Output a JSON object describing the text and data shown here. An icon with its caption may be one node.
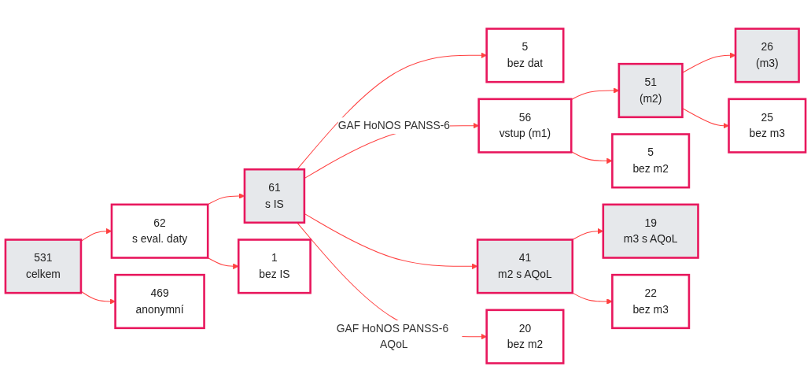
{
  "diagram": {
    "nodes": [
      {
        "text": [
          "531",
          "celkem"
        ]
      },
      {
        "text": [
          "62",
          "s eval. daty"
        ]
      },
      {
        "text": [
          "61",
          "s IS"
        ]
      },
      {
        "text": [
          "5",
          "bez dat"
        ]
      },
      {
        "text": [
          "56",
          "vstup (m1)"
        ]
      },
      {
        "text": [
          "51",
          "(m2)"
        ]
      },
      {
        "text": [
          "26",
          "(m3)"
        ]
      },
      {
        "text": [
          "469",
          "anonymní"
        ]
      },
      {
        "text": [
          "1",
          "bez IS"
        ]
      },
      {
        "text": [
          "5",
          "bez m2"
        ]
      },
      {
        "text": [
          "25",
          "bez m3"
        ]
      },
      {
        "text": [
          "41",
          "m2 s AQoL"
        ]
      },
      {
        "text": [
          "19",
          "m3 s AQoL"
        ]
      },
      {
        "text": [
          "20",
          "bez m2"
        ]
      },
      {
        "text": [
          "22",
          "bez m3"
        ]
      }
    ],
    "edges": [
      {
        "from": 0,
        "to": 1,
        "arrow": "to"
      },
      {
        "from": 0,
        "to": 7,
        "arrow": "to"
      },
      {
        "from": 1,
        "to": 2,
        "arrow": "to"
      },
      {
        "from": 1,
        "to": 8,
        "arrow": "to"
      },
      {
        "from": 2,
        "to": 3,
        "arrow": "to"
      },
      {
        "from": 2,
        "to": 4,
        "arrow": "to",
        "label": "GAF HoNOS PANSS-6"
      },
      {
        "from": 2,
        "to": 11,
        "arrow": "to"
      },
      {
        "from": 2,
        "to": 13,
        "arrow": "to",
        "label": "GAF HoNOS PANSS-6 AQoL"
      },
      {
        "from": 4,
        "to": 5,
        "arrow": "to"
      },
      {
        "from": 4,
        "to": 9,
        "arrow": "to"
      },
      {
        "from": 5,
        "to": 6,
        "arrow": "to"
      },
      {
        "from": 5,
        "to": 10,
        "arrow": "to"
      },
      {
        "from": 11,
        "to": 12,
        "arrow": "to"
      },
      {
        "from": 11,
        "to": 14,
        "arrow": "to"
      }
    ]
  }
}
